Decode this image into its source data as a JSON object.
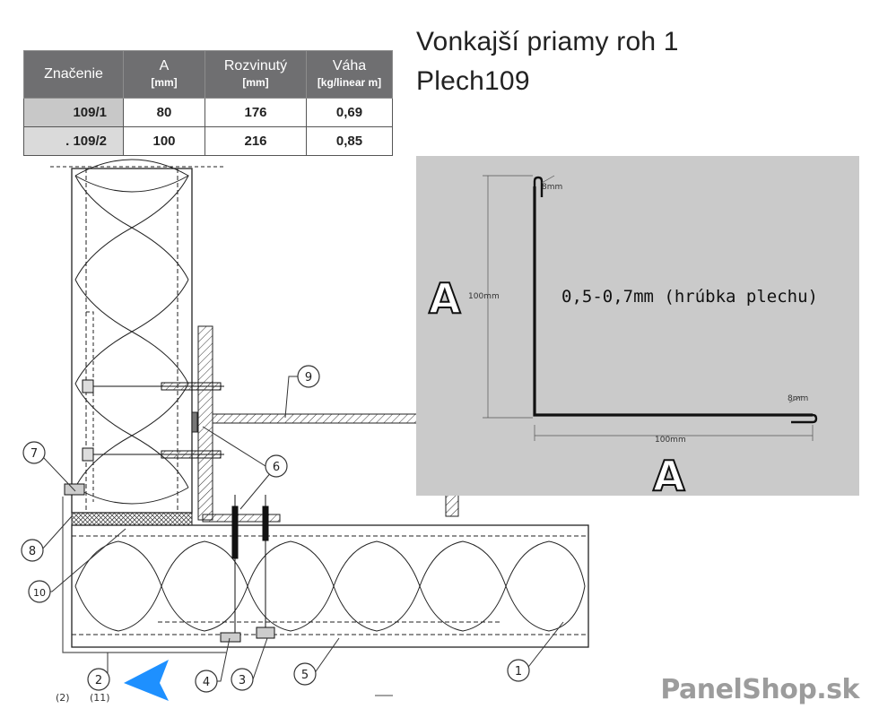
{
  "table": {
    "headers": [
      {
        "label": "Značenie",
        "unit": ""
      },
      {
        "label": "A",
        "unit": "[mm]"
      },
      {
        "label": "Rozvinutý",
        "unit": "[mm]"
      },
      {
        "label": "Váha",
        "unit": "[kg/linear m]"
      }
    ],
    "rows": [
      {
        "mark": "109/1",
        "a": "80",
        "unrolled": "176",
        "weight": "0,69"
      },
      {
        "mark": ". 109/2",
        "a": "100",
        "unrolled": "216",
        "weight": "0,85"
      }
    ]
  },
  "title": {
    "line1": "Vonkajší priamy roh 1",
    "line2": "Plech109"
  },
  "profile": {
    "label_a_vertical": "A",
    "label_a_horizontal": "A",
    "dim_vertical": "100mm",
    "dim_horizontal": "100mm",
    "dim_top_hem": "8mm",
    "dim_bottom_hem": "8mm",
    "thickness": "0,5-0,7mm (hrúbka plechu)"
  },
  "callouts": [
    "9",
    "6",
    "7",
    "8",
    "10",
    "2",
    "4",
    "3",
    "5",
    "1"
  ],
  "stub_labels": [
    "(2)",
    "(11)"
  ],
  "brand": "PanelShop.sk",
  "colors": {
    "table_header": "#6f6f71",
    "panel": "#cacaca",
    "arrow": "#1e90ff",
    "brand": "#9c9c9c"
  }
}
